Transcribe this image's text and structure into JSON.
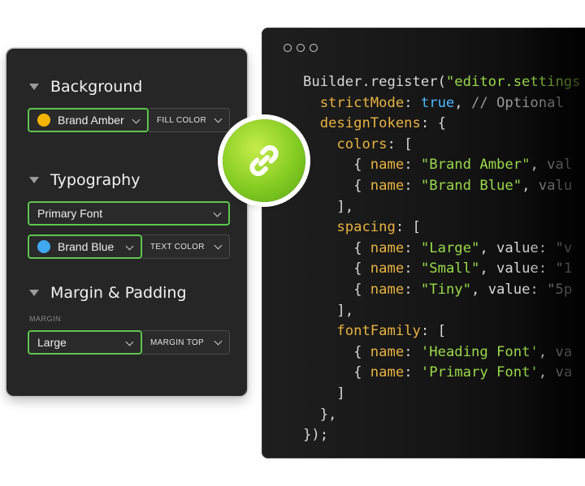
{
  "code": {
    "lines": [
      [
        [
          "p",
          "Builder.register("
        ],
        [
          "s",
          "\"editor.settings"
        ]
      ],
      [
        [
          "p",
          "  "
        ],
        [
          "k",
          "strictMode"
        ],
        [
          "p",
          ": "
        ],
        [
          "b",
          "true"
        ],
        [
          "p",
          ", "
        ],
        [
          "c",
          "// Optional"
        ]
      ],
      [
        [
          "p",
          "  "
        ],
        [
          "k",
          "designTokens"
        ],
        [
          "p",
          ": {"
        ]
      ],
      [
        [
          "p",
          "    "
        ],
        [
          "k",
          "colors"
        ],
        [
          "p",
          ": ["
        ]
      ],
      [
        [
          "p",
          "      { "
        ],
        [
          "k",
          "name"
        ],
        [
          "p",
          ": "
        ],
        [
          "s",
          "\"Brand Amber\""
        ],
        [
          "p",
          ", "
        ],
        [
          "c",
          "val"
        ]
      ],
      [
        [
          "p",
          "      { "
        ],
        [
          "k",
          "name"
        ],
        [
          "p",
          ": "
        ],
        [
          "s",
          "\"Brand Blue\""
        ],
        [
          "p",
          ", "
        ],
        [
          "c",
          "valu"
        ]
      ],
      [
        [
          "p",
          "    ],"
        ]
      ],
      [
        [
          "p",
          "    "
        ],
        [
          "k",
          "spacing"
        ],
        [
          "p",
          ": ["
        ]
      ],
      [
        [
          "p",
          "      { "
        ],
        [
          "k",
          "name"
        ],
        [
          "p",
          ": "
        ],
        [
          "s",
          "\"Large\""
        ],
        [
          "p",
          ", value: "
        ],
        [
          "c",
          "\"v"
        ]
      ],
      [
        [
          "p",
          "      { "
        ],
        [
          "k",
          "name"
        ],
        [
          "p",
          ": "
        ],
        [
          "s",
          "\"Small\""
        ],
        [
          "p",
          ", value: "
        ],
        [
          "c",
          "\"1"
        ]
      ],
      [
        [
          "p",
          "      { "
        ],
        [
          "k",
          "name"
        ],
        [
          "p",
          ": "
        ],
        [
          "s",
          "\"Tiny\""
        ],
        [
          "p",
          ", value: "
        ],
        [
          "c",
          "\"5p"
        ]
      ],
      [
        [
          "p",
          "    ],"
        ]
      ],
      [
        [
          "p",
          "    "
        ],
        [
          "k",
          "fontFamily"
        ],
        [
          "p",
          ": ["
        ]
      ],
      [
        [
          "p",
          "      { "
        ],
        [
          "k",
          "name"
        ],
        [
          "p",
          ": "
        ],
        [
          "s",
          "'Heading Font'"
        ],
        [
          "p",
          ", "
        ],
        [
          "c",
          "va"
        ]
      ],
      [
        [
          "p",
          "      { "
        ],
        [
          "k",
          "name"
        ],
        [
          "p",
          ": "
        ],
        [
          "s",
          "'Primary Font'"
        ],
        [
          "p",
          ", "
        ],
        [
          "c",
          "va"
        ]
      ],
      [
        [
          "p",
          "    ]"
        ]
      ],
      [
        [
          "p",
          "  },"
        ]
      ],
      [
        [
          "p",
          "});"
        ]
      ]
    ]
  },
  "panel": {
    "background": {
      "title": "Background",
      "color_value": "Brand Amber",
      "color_hex": "#f5b400",
      "property": "FILL COLOR"
    },
    "typography": {
      "title": "Typography",
      "font_value": "Primary Font",
      "color_value": "Brand Blue",
      "color_hex": "#3ea8f0",
      "property": "TEXT COLOR"
    },
    "margin": {
      "title": "Margin & Padding",
      "label": "MARGIN",
      "value": "Large",
      "property": "MARGIN TOP"
    }
  },
  "colors": {
    "accent": "#5cc64c",
    "badge": "#84cc22"
  }
}
